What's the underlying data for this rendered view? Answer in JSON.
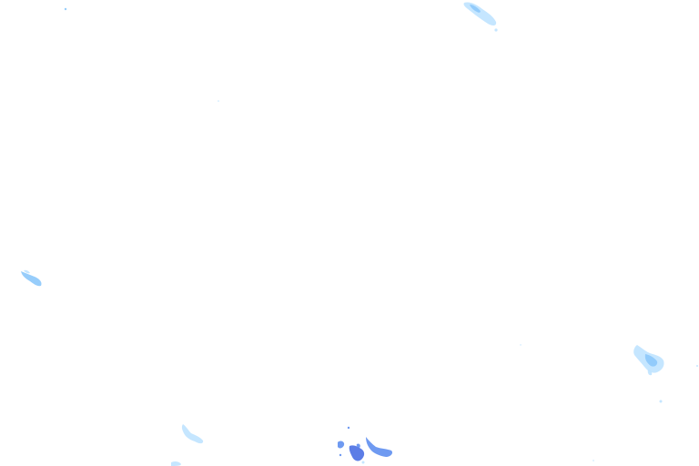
{
  "map": {
    "background_color": "#ffffff",
    "legend": "none",
    "labels": [],
    "intensity_colors": {
      "light": "#bfe3ff",
      "medium": "#8cc8fb",
      "strong": "#5f8ff0",
      "heavy": "#4a6fe3"
    },
    "precip_cells": [
      {
        "name": "cell-top-center",
        "intensity": "light"
      },
      {
        "name": "cell-left-edge",
        "intensity": "medium"
      },
      {
        "name": "cell-right-middle",
        "intensity": "medium"
      },
      {
        "name": "cell-bottom-left",
        "intensity": "light"
      },
      {
        "name": "cell-bottom-center",
        "intensity": "heavy"
      },
      {
        "name": "cell-specks",
        "intensity": "light"
      }
    ]
  }
}
